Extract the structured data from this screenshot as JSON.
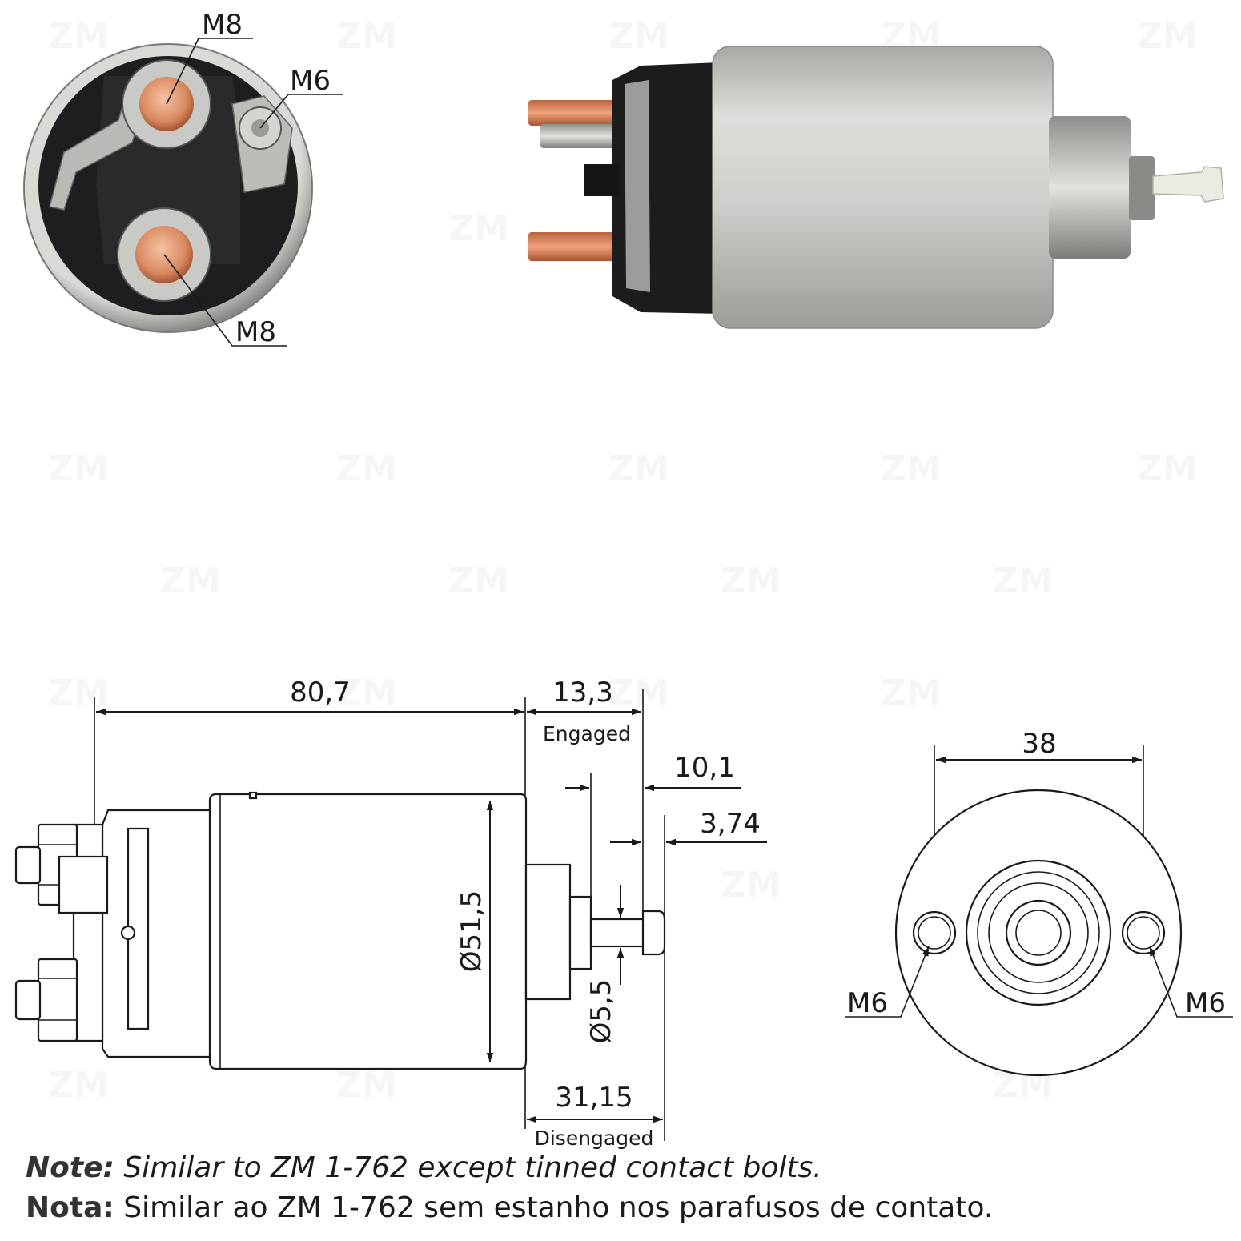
{
  "watermark": "ZM",
  "photo_front": {
    "labels": {
      "top_terminal": "M8",
      "small_terminal": "M6",
      "bottom_terminal": "M8"
    }
  },
  "drawing_side": {
    "length": "80,7",
    "engaged_travel": "13,3",
    "engaged_label": "Engaged",
    "plunger_offset": "10,1",
    "tip_length": "3,74",
    "body_diameter": "Ø51,5",
    "shaft_diameter": "Ø5,5",
    "disengaged_travel": "31,15",
    "disengaged_label": "Disengaged"
  },
  "drawing_front": {
    "hole_spacing": "38",
    "left_hole": "M6",
    "right_hole": "M6"
  },
  "notes": {
    "en_key": "Note:",
    "en_text": " Similar to ZM 1-762 except tinned contact bolts.",
    "pt_key": "Nota:",
    "pt_text": " Similar ao ZM 1-762 sem estanho nos parafusos de contato."
  },
  "colors": {
    "copper": "#d8885e",
    "silver": "#c8c8c4",
    "black": "#1b1b1b"
  }
}
